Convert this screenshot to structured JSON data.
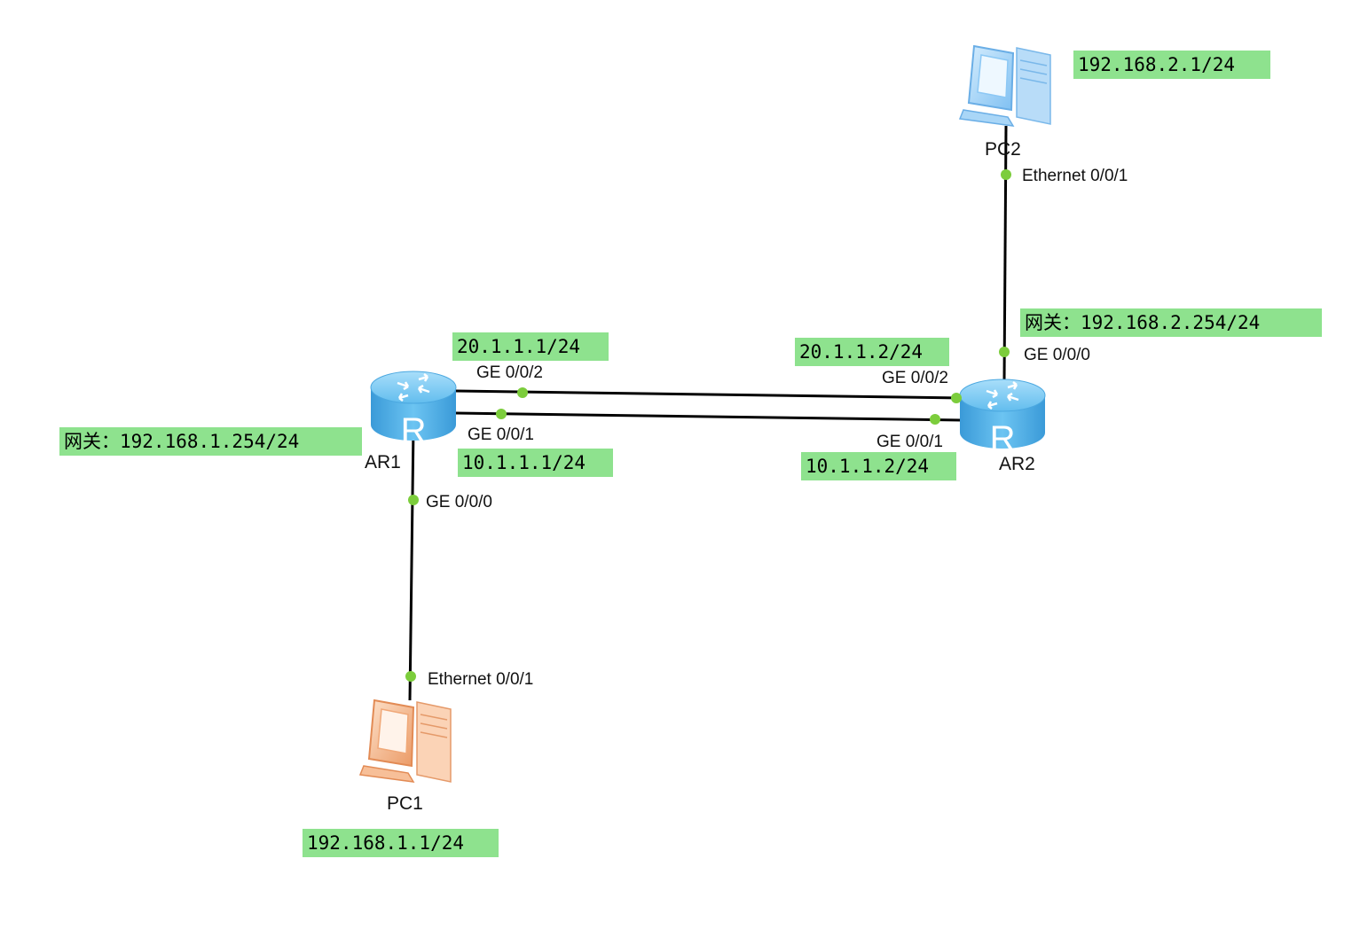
{
  "devices": {
    "ar1": {
      "label": "AR1",
      "icon": "router-icon",
      "glyph": "R"
    },
    "ar2": {
      "label": "AR2",
      "icon": "router-icon",
      "glyph": "R"
    },
    "pc1": {
      "label": "PC1",
      "icon": "pc-icon"
    },
    "pc2": {
      "label": "PC2",
      "icon": "pc-icon"
    }
  },
  "ports": {
    "ar1_ge000": "GE 0/0/0",
    "ar1_ge001": "GE 0/0/1",
    "ar1_ge002": "GE 0/0/2",
    "ar2_ge000": "GE 0/0/0",
    "ar2_ge001": "GE 0/0/1",
    "ar2_ge002": "GE 0/0/2",
    "pc1_eth": "Ethernet 0/0/1",
    "pc2_eth": "Ethernet 0/0/1"
  },
  "notes": {
    "pc1_ip": "192.168.1.1/24",
    "pc2_ip": "192.168.2.1/24",
    "ar1_gateway": "网关：192.168.1.254/24",
    "ar2_gateway": "网关：192.168.2.254/24",
    "ar1_ge002_ip": "20.1.1.1/24",
    "ar1_ge001_ip": "10.1.1.1/24",
    "ar2_ge002_ip": "20.1.1.2/24",
    "ar2_ge001_ip": "10.1.1.2/24"
  },
  "colors": {
    "note_bg": "#8ee28e",
    "link": "#000000",
    "port_dot": "#7ccd3c",
    "router_blue": "#5ab4ea",
    "pc1_orange": "#f0a878",
    "pc2_blue": "#8cc8f5"
  }
}
